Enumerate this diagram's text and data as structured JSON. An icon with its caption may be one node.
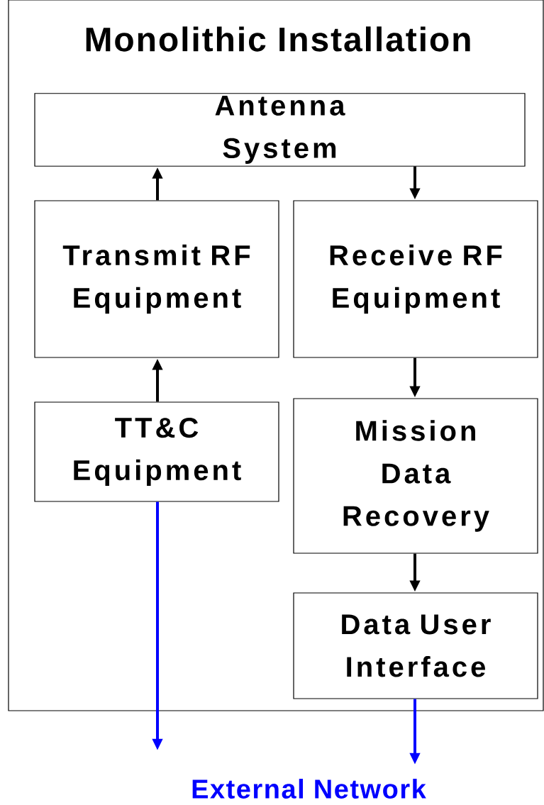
{
  "diagram": {
    "nodes": [
      {
        "text": [
          "Monolithic Installation"
        ]
      },
      {
        "text": [
          "Antenna System"
        ],
        "in": 0
      },
      {
        "text": [
          "Transmit RF Equipment"
        ],
        "in": 0
      },
      {
        "text": [
          "Receive RF Equipment"
        ],
        "in": 0
      },
      {
        "text": [
          "TT&C Equipment"
        ],
        "in": 0
      },
      {
        "text": [
          "Mission Data Recovery"
        ],
        "in": 0
      },
      {
        "text": [
          "Data User Interface"
        ],
        "in": 0
      },
      {
        "text": [
          "External Network"
        ]
      }
    ],
    "edges": [
      {
        "from": 2,
        "to": 1,
        "arrow": "to"
      },
      {
        "from": 1,
        "to": 3,
        "arrow": "to"
      },
      {
        "from": 4,
        "to": 2,
        "arrow": "to"
      },
      {
        "from": 3,
        "to": 5,
        "arrow": "to"
      },
      {
        "from": 5,
        "to": 6,
        "arrow": "to"
      },
      {
        "from": 4,
        "to": 7,
        "arrow": "to",
        "color": "#0000ff"
      },
      {
        "from": 6,
        "to": 7,
        "arrow": "to",
        "color": "#0000ff"
      }
    ]
  }
}
